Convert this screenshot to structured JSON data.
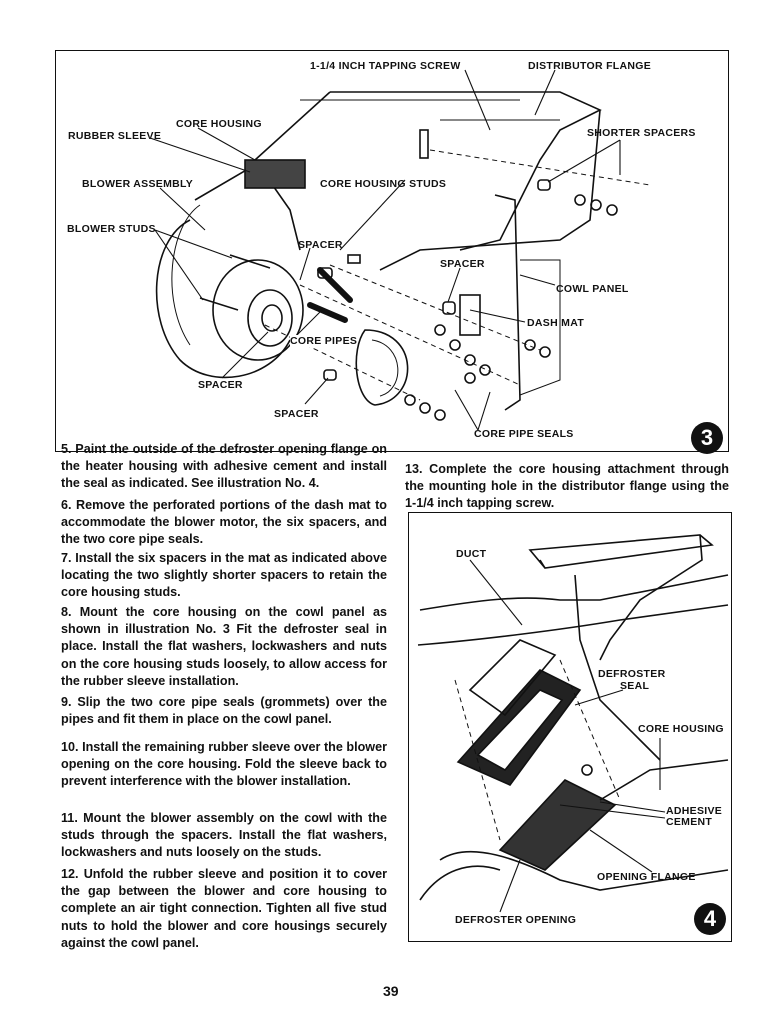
{
  "figure3": {
    "badge": "3",
    "labels": {
      "tapping_screw": "1-1/4 INCH TAPPING SCREW",
      "distributor_flange": "DISTRIBUTOR FLANGE",
      "core_housing": "CORE HOUSING",
      "rubber_sleeve": "RUBBER SLEEVE",
      "shorter_spacers": "SHORTER SPACERS",
      "blower_assembly": "BLOWER ASSEMBLY",
      "core_housing_studs": "CORE HOUSING STUDS",
      "blower_studs": "BLOWER STUDS",
      "spacer_top": "SPACER",
      "spacer_mid": "SPACER",
      "cowl_panel": "COWL PANEL",
      "dash_mat": "DASH MAT",
      "core_pipes": "CORE PIPES",
      "spacer_left": "SPACER",
      "spacer_bottom": "SPACER",
      "core_pipe_seals": "CORE PIPE SEALS"
    }
  },
  "figure4": {
    "badge": "4",
    "labels": {
      "duct": "DUCT",
      "defroster_seal_1": "DEFROSTER",
      "defroster_seal_2": "SEAL",
      "core_housing": "CORE HOUSING",
      "adhesive_1": "ADHESIVE",
      "adhesive_2": "CEMENT",
      "opening_flange": "OPENING FLANGE",
      "defroster_opening": "DEFROSTER OPENING"
    }
  },
  "steps": {
    "s5": "5. Paint the outside of the defroster opening flange on the heater housing with adhesive cement and install the seal as indicated. See illustration No. 4.",
    "s6": "6. Remove the perforated portions of the dash mat to accommodate the blower motor, the six spacers, and the two core pipe seals.",
    "s7": "7. Install the six spacers in the mat as indicated above locating the two slightly shorter spacers to retain the core housing studs.",
    "s8": "8. Mount the core housing on the cowl panel as shown in illustration No. 3 Fit the defroster seal in place. Install the flat washers, lockwashers and nuts on the core housing studs loosely, to allow access for the rubber sleeve installation.",
    "s9": "9. Slip the two core pipe seals (grommets) over the pipes and fit them in place on the cowl panel.",
    "s10": "10. Install the remaining rubber sleeve over the blower opening on the core housing. Fold the sleeve back to prevent interference with the blower installation.",
    "s11": "11. Mount the blower assembly on the cowl with the studs through the spacers. Install the flat washers, lockwashers and nuts loosely on the studs.",
    "s12": "12. Unfold the rubber sleeve and position it to cover the gap between the blower and core housing to complete an air tight connection. Tighten all five stud nuts to hold the blower and core housings securely against the cowl panel.",
    "s13": "13. Complete the core housing attachment through the mounting hole in the distributor flange using the 1-1/4 inch tapping screw."
  },
  "page_number": "39"
}
